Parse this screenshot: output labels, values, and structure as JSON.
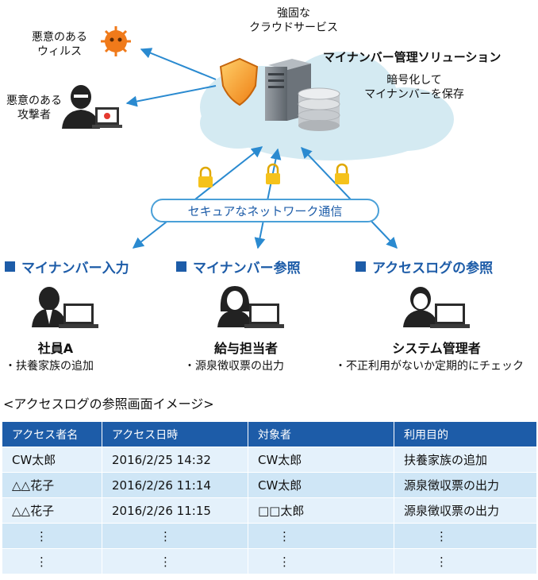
{
  "diagram": {
    "top_labels": {
      "strong_cloud": "強固な\nクラウドサービス",
      "solution": "マイナンバー管理ソリューション",
      "encrypt": "暗号化して\nマイナンバーを保存",
      "virus": "悪意のある\nウィルス",
      "attacker": "悪意のある\n攻撃者"
    },
    "secure_network": "セキュアなネットワーク通信",
    "sections": [
      {
        "title": "マイナンバー入力",
        "person": "社員A",
        "desc": "・扶養家族の追加"
      },
      {
        "title": "マイナンバー参照",
        "person": "給与担当者",
        "desc": "・源泉徴収票の出力"
      },
      {
        "title": "アクセスログの参照",
        "person": "システム管理者",
        "desc": "・不正利用がないか定期的にチェック"
      }
    ],
    "colors": {
      "accent_blue": "#1d5ca8",
      "arrow_blue": "#2a8ad0",
      "cloud": "#d4eaf2",
      "shield": "#f29422",
      "virus": "#f07a1a"
    }
  },
  "log_section": {
    "title": "<アクセスログの参照画面イメージ>",
    "headers": [
      "アクセス者名",
      "アクセス日時",
      "対象者",
      "利用目的"
    ],
    "rows": [
      [
        "CW太郎",
        "2016/2/25 14:32",
        "CW太郎",
        "扶養家族の追加"
      ],
      [
        "△△花子",
        "2016/2/26 11:14",
        "CW太郎",
        "源泉徴収票の出力"
      ],
      [
        "△△花子",
        "2016/2/26 11:15",
        "□□太郎",
        "源泉徴収票の出力"
      ],
      [
        "⋮",
        "⋮",
        "⋮",
        "⋮"
      ],
      [
        "⋮",
        "⋮",
        "⋮",
        "⋮"
      ]
    ]
  }
}
